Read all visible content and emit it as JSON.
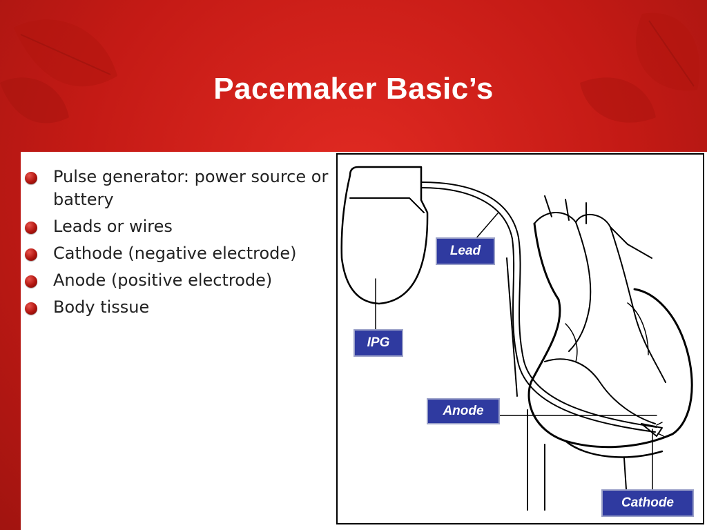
{
  "slide": {
    "title": "Pacemaker Basic’s"
  },
  "bullets": [
    "Pulse generator: power source or battery",
    "Leads or wires",
    "Cathode (negative electrode)",
    "Anode (positive electrode)",
    "Body tissue"
  ],
  "diagram": {
    "labels": {
      "lead": "Lead",
      "ipg": "IPG",
      "anode": "Anode",
      "cathode": "Cathode"
    }
  },
  "colors": {
    "background_red": "#c81d18",
    "bullet_red": "#b0150f",
    "callout_blue": "#2f3aa0"
  }
}
